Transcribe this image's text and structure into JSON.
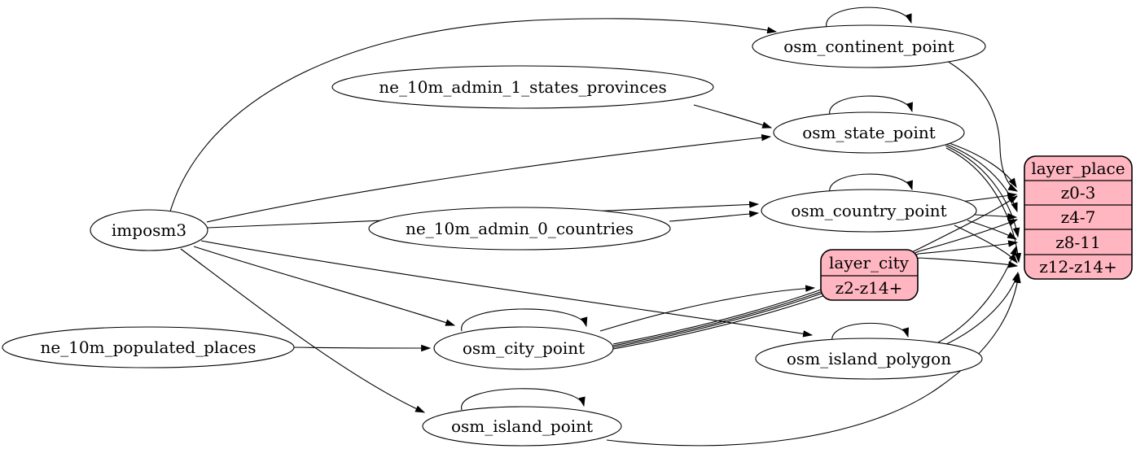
{
  "diagram": {
    "background_color": "#ffffff",
    "edge_color": "#000000",
    "record_fill_color": "#ffb6c1",
    "nodes": [
      {
        "id": "imposm3",
        "label": "imposm3",
        "shape": "ellipse"
      },
      {
        "id": "ne_10m_admin_1_states_provinces",
        "label": "ne_10m_admin_1_states_provinces",
        "shape": "ellipse"
      },
      {
        "id": "ne_10m_admin_0_countries",
        "label": "ne_10m_admin_0_countries",
        "shape": "ellipse"
      },
      {
        "id": "ne_10m_populated_places",
        "label": "ne_10m_populated_places",
        "shape": "ellipse"
      },
      {
        "id": "osm_continent_point",
        "label": "osm_continent_point",
        "shape": "ellipse",
        "self_loop": true
      },
      {
        "id": "osm_state_point",
        "label": "osm_state_point",
        "shape": "ellipse",
        "self_loop": true
      },
      {
        "id": "osm_country_point",
        "label": "osm_country_point",
        "shape": "ellipse",
        "self_loop": true
      },
      {
        "id": "osm_city_point",
        "label": "osm_city_point",
        "shape": "ellipse",
        "self_loop": true
      },
      {
        "id": "osm_island_polygon",
        "label": "osm_island_polygon",
        "shape": "ellipse",
        "self_loop": true
      },
      {
        "id": "osm_island_point",
        "label": "osm_island_point",
        "shape": "ellipse",
        "self_loop": true
      }
    ],
    "records": [
      {
        "id": "layer_place",
        "title": "layer_place",
        "rows": [
          "z0-3",
          "z4-7",
          "z8-11",
          "z12-z14+"
        ]
      },
      {
        "id": "layer_city",
        "title": "layer_city",
        "rows": [
          "z2-z14+"
        ]
      }
    ],
    "edges": [
      {
        "from": "imposm3",
        "to": "osm_continent_point"
      },
      {
        "from": "imposm3",
        "to": "osm_state_point"
      },
      {
        "from": "imposm3",
        "to": "osm_country_point"
      },
      {
        "from": "imposm3",
        "to": "osm_city_point"
      },
      {
        "from": "imposm3",
        "to": "osm_island_polygon"
      },
      {
        "from": "imposm3",
        "to": "osm_island_point"
      },
      {
        "from": "ne_10m_admin_1_states_provinces",
        "to": "osm_state_point"
      },
      {
        "from": "ne_10m_admin_0_countries",
        "to": "osm_country_point"
      },
      {
        "from": "ne_10m_populated_places",
        "to": "osm_city_point"
      },
      {
        "from": "osm_continent_point",
        "to": "osm_continent_point"
      },
      {
        "from": "osm_state_point",
        "to": "osm_state_point"
      },
      {
        "from": "osm_country_point",
        "to": "osm_country_point"
      },
      {
        "from": "osm_city_point",
        "to": "osm_city_point"
      },
      {
        "from": "osm_island_polygon",
        "to": "osm_island_polygon"
      },
      {
        "from": "osm_island_point",
        "to": "osm_island_point"
      },
      {
        "from": "osm_continent_point",
        "to": "layer_place.z0-3"
      },
      {
        "from": "osm_state_point",
        "to": "layer_place.z0-3"
      },
      {
        "from": "osm_state_point",
        "to": "layer_place.z4-7"
      },
      {
        "from": "osm_state_point",
        "to": "layer_place.z8-11"
      },
      {
        "from": "osm_state_point",
        "to": "layer_place.z12-z14+"
      },
      {
        "from": "osm_country_point",
        "to": "layer_place.z0-3"
      },
      {
        "from": "osm_country_point",
        "to": "layer_place.z4-7"
      },
      {
        "from": "osm_country_point",
        "to": "layer_place.z8-11"
      },
      {
        "from": "osm_country_point",
        "to": "layer_place.z12-z14+"
      },
      {
        "from": "osm_city_point",
        "to": "layer_city.z2-z14+"
      },
      {
        "from": "osm_city_point",
        "to": "layer_place.z0-3"
      },
      {
        "from": "osm_city_point",
        "to": "layer_place.z4-7"
      },
      {
        "from": "osm_city_point",
        "to": "layer_place.z8-11"
      },
      {
        "from": "osm_city_point",
        "to": "layer_place.z12-z14+"
      },
      {
        "from": "osm_island_polygon",
        "to": "layer_place.z8-11"
      },
      {
        "from": "osm_island_polygon",
        "to": "layer_place.z12-z14+"
      },
      {
        "from": "osm_island_point",
        "to": "layer_place.z12-z14+"
      }
    ]
  }
}
